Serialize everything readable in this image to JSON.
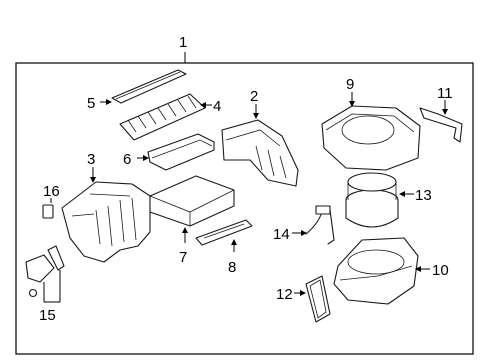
{
  "diagram": {
    "assembly_callout": "1",
    "callouts": [
      "2",
      "3",
      "4",
      "5",
      "6",
      "7",
      "8",
      "9",
      "10",
      "11",
      "12",
      "13",
      "14",
      "15",
      "16"
    ]
  }
}
